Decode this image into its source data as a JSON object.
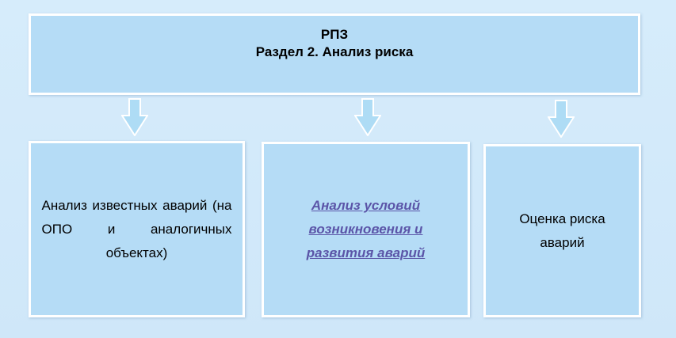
{
  "header": {
    "line1": "РПЗ",
    "line2": "Раздел 2. Анализ риска"
  },
  "boxes": [
    {
      "text": "Анализ известных аварий (на ОПО и аналогичных объектах)"
    },
    {
      "text": "Анализ условий возникновения и развития аварий"
    },
    {
      "text": "Оценка риска аварий"
    }
  ],
  "colors": {
    "box_fill": "#b5dcf6",
    "box_border": "#ffffff",
    "arrow_fill": "#aedcf5",
    "link_text": "#5b55a8",
    "background": "#d6ecfb"
  },
  "arrows": [
    "down-arrow-icon",
    "down-arrow-icon",
    "down-arrow-icon"
  ]
}
